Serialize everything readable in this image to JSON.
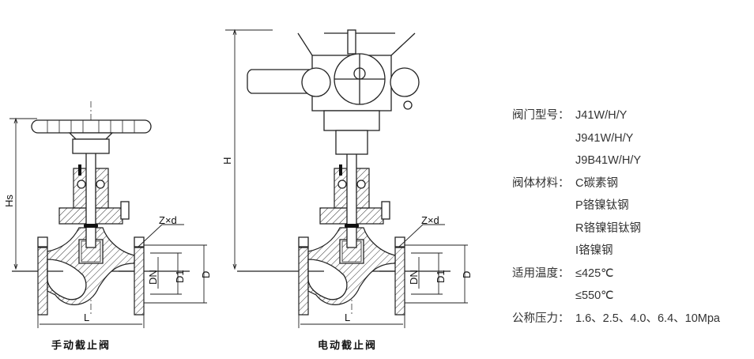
{
  "diagrams": {
    "manual": {
      "caption": "手动截止阀",
      "height_label": "Hs",
      "flange_label": "Z×d",
      "dn_label": "DN",
      "d1_label": "D1",
      "d_label": "D",
      "length_label": "L"
    },
    "electric": {
      "caption": "电动截止阀",
      "height_label": "H",
      "flange_label": "Z×d",
      "dn_label": "DN",
      "d1_label": "D1",
      "d_label": "D",
      "length_label": "L"
    }
  },
  "specs": [
    {
      "key": "阀门型号：",
      "values": [
        "J41W/H/Y",
        "J941W/H/Y",
        "J9B41W/H/Y"
      ]
    },
    {
      "key": "阀体材料：",
      "values": [
        "C碳素钢",
        "P铬镍钛钢",
        "R铬镍钼钛钢",
        "I铬镍钢"
      ]
    },
    {
      "key": "适用温度：",
      "values": [
        "≤425℃",
        "≤550℃"
      ]
    },
    {
      "key": "公称压力：",
      "values": [
        "1.6、2.5、4.0、6.4、10Mpa"
      ]
    }
  ]
}
